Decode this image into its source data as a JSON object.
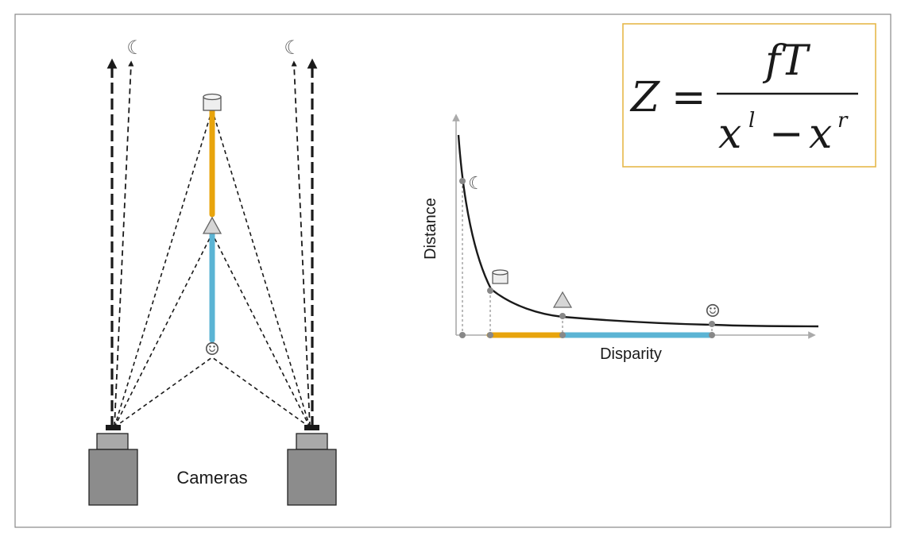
{
  "labels": {
    "cameras": "Cameras",
    "distance": "Distance",
    "disparity": "Disparity"
  },
  "formula": {
    "lhs": "Z",
    "equals": "=",
    "numerator": "fT",
    "denominator_left_base": "x",
    "denominator_left_sup": "l",
    "minus": "−",
    "denominator_right_base": "x",
    "denominator_right_sup": "r"
  },
  "icons": {
    "moon": "☾",
    "smiley": "☺"
  },
  "colors": {
    "orange": "#E8A40C",
    "blue": "#5BB4D4",
    "camera_body": "#8C8C8C",
    "camera_lens": "#A9A9A9",
    "formula_border": "#E6B84A",
    "axis": "#AAAAAA",
    "curve": "#1A1A1A",
    "frame": "#888888"
  }
}
